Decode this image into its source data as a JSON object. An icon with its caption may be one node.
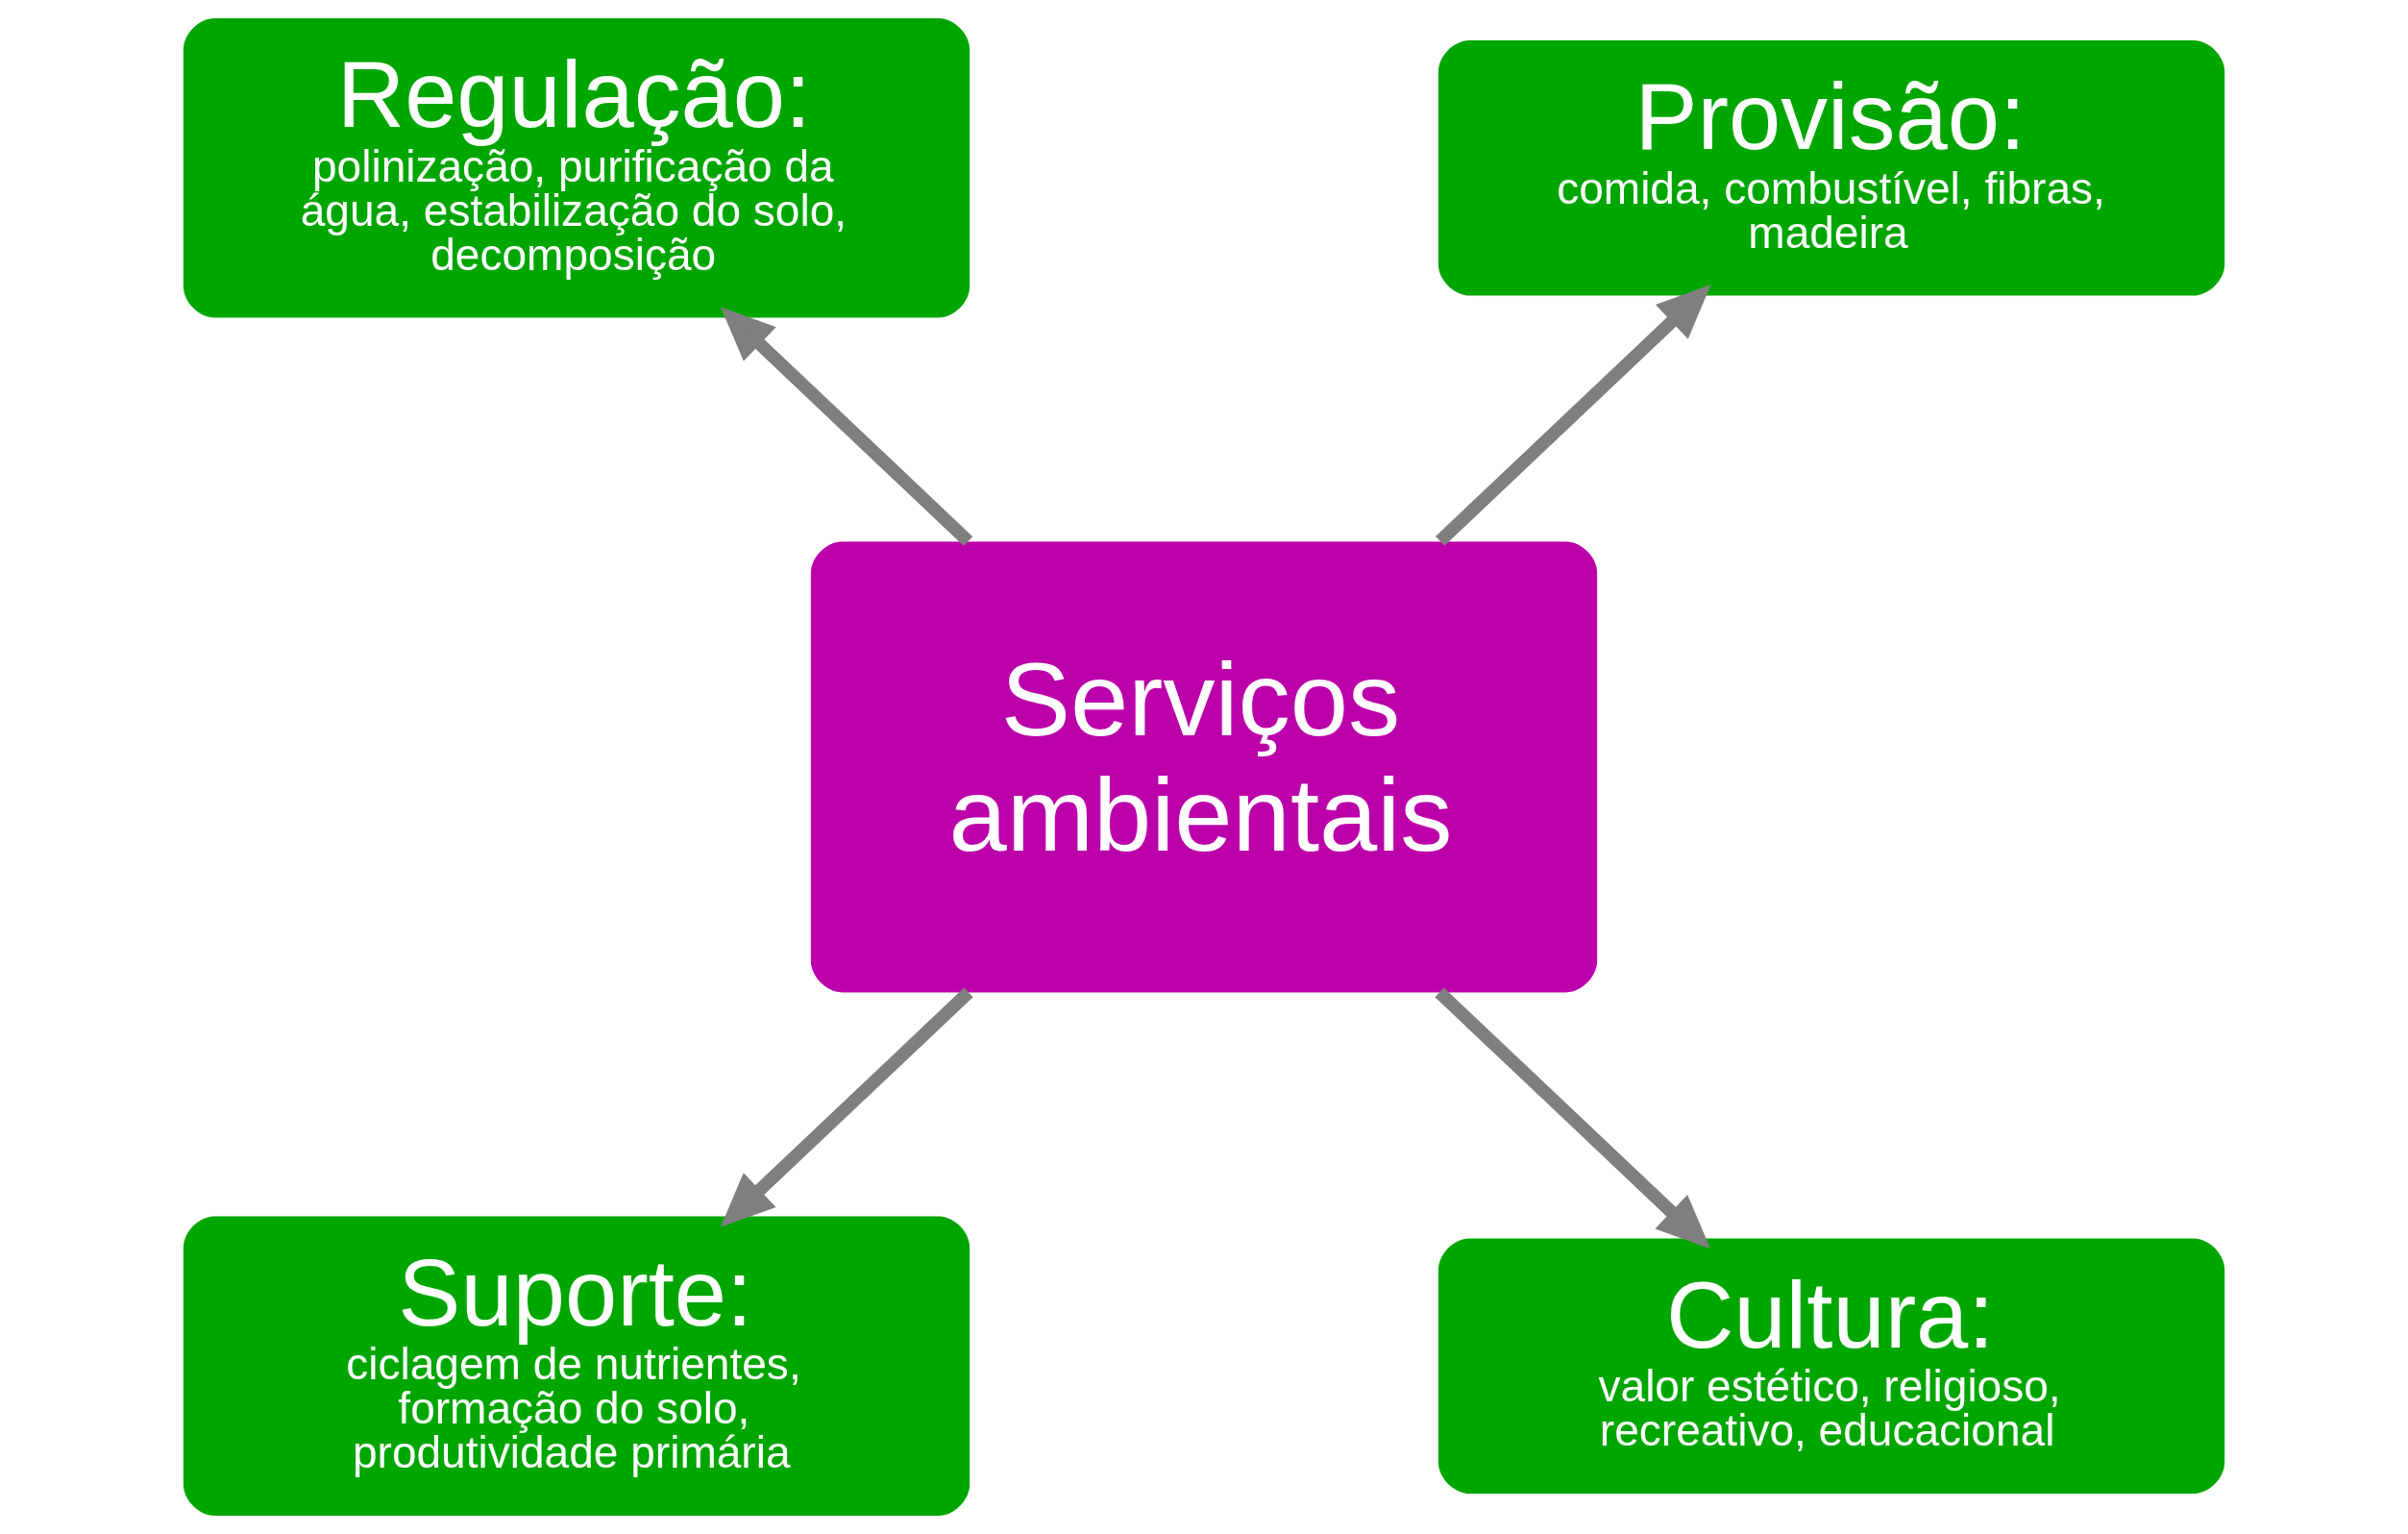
{
  "diagram": {
    "nodes": [
      {
        "text": [
          "Regulação:",
          "polinização, purificação da água, estabilização do solo, decomposição"
        ]
      },
      {
        "text": [
          "Provisão:",
          "comida, combustível, fibras, madeira"
        ]
      },
      {
        "text": [
          "Serviços ambientais"
        ]
      },
      {
        "text": [
          "Suporte:",
          "ciclagem de nutrientes, formação do solo, produtividade primária"
        ]
      },
      {
        "text": [
          "Cultura:",
          "valor estético, religioso, recreativo, educacional"
        ]
      }
    ],
    "edges": [
      {
        "from": 2,
        "to": 0,
        "arrow": "to"
      },
      {
        "from": 2,
        "to": 1,
        "arrow": "to"
      },
      {
        "from": 2,
        "to": 4,
        "arrow": "to"
      },
      {
        "from": 2,
        "to": 3,
        "arrow": "to"
      }
    ]
  }
}
